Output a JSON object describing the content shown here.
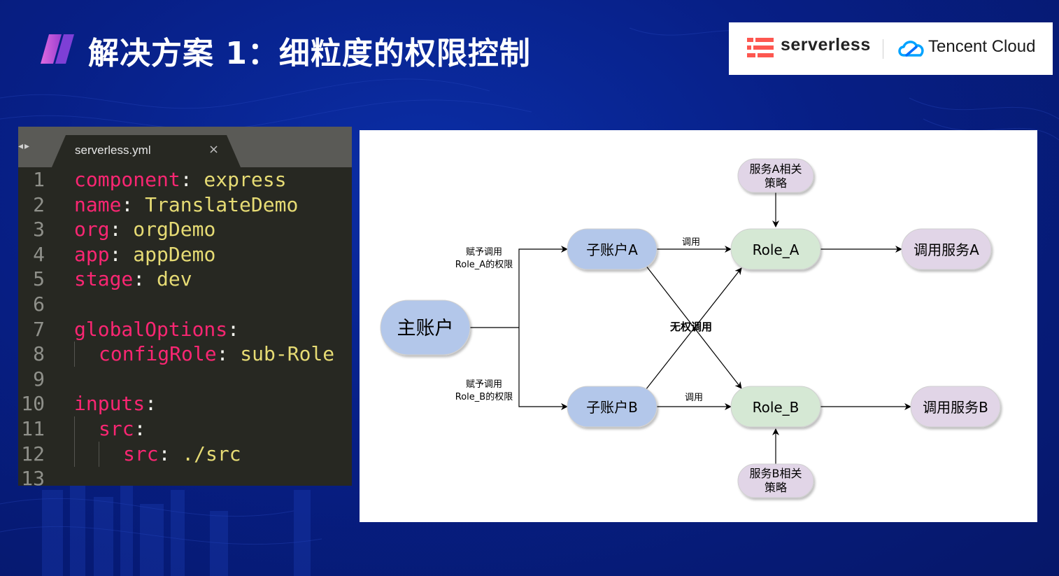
{
  "slide": {
    "title": "解决方案 1：细粒度的权限控制"
  },
  "logos": {
    "serverless_text": "serverless",
    "tencent_text": "Tencent Cloud"
  },
  "editor": {
    "tab_name": "serverless.yml",
    "tab_close": "×",
    "lines": [
      {
        "num": "1",
        "key": "component",
        "sep": ":",
        "value": " express",
        "indent": 0
      },
      {
        "num": "2",
        "key": "name",
        "sep": ":",
        "value": " TranslateDemo",
        "indent": 0
      },
      {
        "num": "3",
        "key": "org",
        "sep": ":",
        "value": " orgDemo",
        "indent": 0
      },
      {
        "num": "4",
        "key": "app",
        "sep": ":",
        "value": " appDemo",
        "indent": 0
      },
      {
        "num": "5",
        "key": "stage",
        "sep": ":",
        "value": " dev",
        "indent": 0
      },
      {
        "num": "6",
        "key": "",
        "sep": "",
        "value": "",
        "indent": 0
      },
      {
        "num": "7",
        "key": "globalOptions",
        "sep": ":",
        "value": "",
        "indent": 0
      },
      {
        "num": "8",
        "key": "configRole",
        "sep": ":",
        "value": " sub-Role",
        "indent": 1
      },
      {
        "num": "9",
        "key": "",
        "sep": "",
        "value": "",
        "indent": 0
      },
      {
        "num": "10",
        "key": "inputs",
        "sep": ":",
        "value": "",
        "indent": 0
      },
      {
        "num": "11",
        "key": "src",
        "sep": ":",
        "value": "",
        "indent": 1
      },
      {
        "num": "12",
        "key": "src",
        "sep": ":",
        "value": " ./src",
        "indent": 2
      },
      {
        "num": "13",
        "key": "",
        "sep": "",
        "value": "",
        "indent": 0
      }
    ]
  },
  "diagram": {
    "nodes": {
      "main": "主账户",
      "sub_a": "子账户A",
      "sub_b": "子账户B",
      "role_a": "Role_A",
      "role_b": "Role_B",
      "svc_a": "调用服务A",
      "svc_b": "调用服务B",
      "policy_a_1": "服务A相关",
      "policy_a_2": "策略",
      "policy_b_1": "服务B相关",
      "policy_b_2": "策略"
    },
    "labels": {
      "grant_a_1": "赋予调用",
      "grant_a_2": "Role_A的权限",
      "grant_b_1": "赋予调用",
      "grant_b_2": "Role_B的权限",
      "call_a": "调用",
      "call_b": "调用",
      "no_permission": "无权调用"
    }
  },
  "colors": {
    "background": "#071f86",
    "blue_node": "#b3c7ea",
    "green_node": "#d5e8d4",
    "purple_node": "#e1d5e7",
    "title_mark": "#c15bd6"
  }
}
